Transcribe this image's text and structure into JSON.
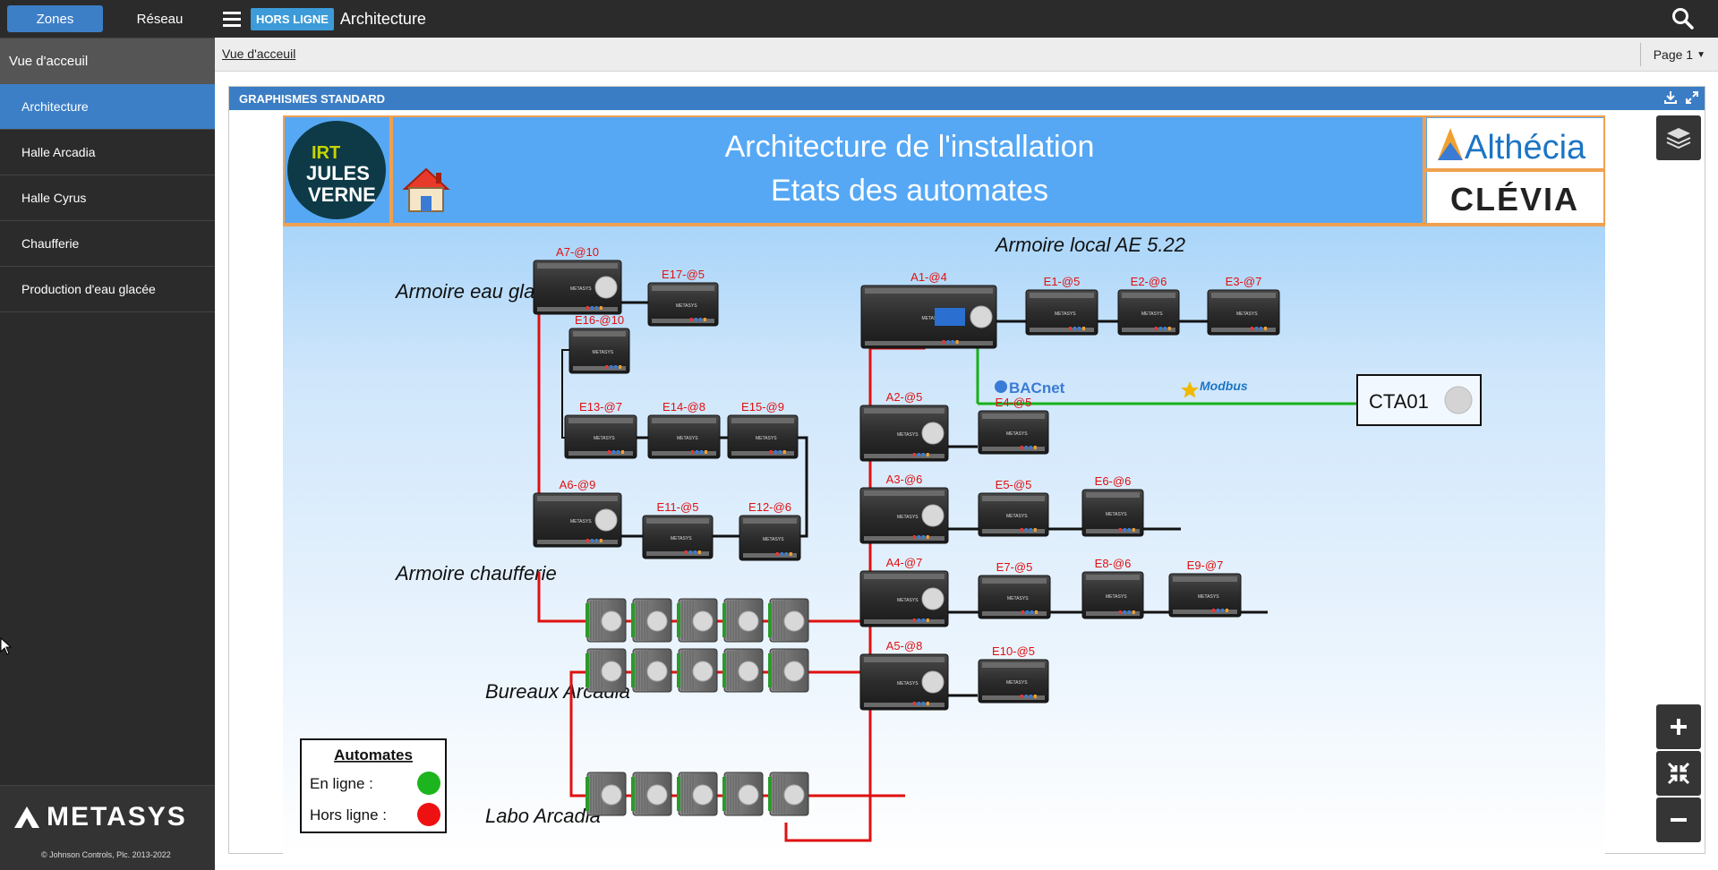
{
  "sidebar": {
    "tabs": [
      {
        "label": "Zones",
        "active": true
      },
      {
        "label": "Réseau",
        "active": false
      }
    ],
    "home_label": "Vue d'acceuil",
    "items": [
      {
        "label": "Architecture",
        "active": true
      },
      {
        "label": "Halle Arcadia",
        "active": false
      },
      {
        "label": "Halle Cyrus",
        "active": false
      },
      {
        "label": "Chaufferie",
        "active": false
      },
      {
        "label": "Production d'eau glacée",
        "active": false
      }
    ],
    "footer": {
      "brand": "METASYS",
      "copyright": "© Johnson Controls, Plc. 2013-2022"
    }
  },
  "topbar": {
    "status": "HORS LIGNE",
    "title": "Architecture"
  },
  "breadcrumb": "Vue d'acceuil",
  "page_select": "Page 1",
  "panel": {
    "title": "GRAPHISMES STANDARD"
  },
  "graphic": {
    "logo_left": [
      "IRT",
      "JULES",
      "VERNE"
    ],
    "title_line1": "Architecture de l'installation",
    "title_line2": "Etats des automates",
    "logo_right_1": "Althécia",
    "logo_right_2": "CLÉVIA",
    "zones": {
      "eau_glacee": "Armoire eau glacée",
      "chaufferie": "Armoire chaufferie",
      "bureaux": "Bureaux Arcadia",
      "labo": "Labo Arcadia",
      "local": "Armoire local AE 5.22"
    },
    "controllers": {
      "A7": "A7-@10",
      "E17": "E17-@5",
      "E16": "E16-@10",
      "E13": "E13-@7",
      "E14": "E14-@8",
      "E15": "E15-@9",
      "A6": "A6-@9",
      "E11": "E11-@5",
      "E12": "E12-@6",
      "A1": "A1-@4",
      "E1": "E1-@5",
      "E2": "E2-@6",
      "E3": "E3-@7",
      "A2": "A2-@5",
      "E4": "E4-@5",
      "A3": "A3-@6",
      "E5": "E5-@5",
      "E6": "E6-@6",
      "A4": "A4-@7",
      "E7": "E7-@5",
      "E8": "E8-@6",
      "E9": "E9-@7",
      "A5": "A5-@8",
      "E10": "E10-@5"
    },
    "bacnet": "BACnet",
    "modbus": "Modbus",
    "cta": "CTA01",
    "device_brand": "METASYS",
    "legend": {
      "title": "Automates",
      "online": "En ligne :",
      "offline": "Hors ligne :",
      "online_color": "#1db51d",
      "offline_color": "#ee1111"
    }
  },
  "colors": {
    "accent": "#3c7fc7",
    "header_bg": "#56a8f5",
    "orange": "#f0a050",
    "bus_red": "#e01010",
    "bus_green": "#17b017"
  }
}
